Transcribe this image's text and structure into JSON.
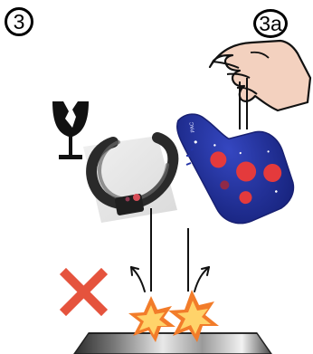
{
  "steps": {
    "main_label": "3",
    "sub_label": "3a"
  },
  "icons": {
    "fragile": "fragile-glass-icon",
    "hand": "hand-holding-icon",
    "prohibited": "prohibited-x-icon",
    "impact": "impact-burst-icon",
    "collar": "dog-collar-receiver",
    "remote": "remote-transmitter"
  },
  "colors": {
    "remote_body": "#2434a7",
    "remote_buttons": "#e43a3c",
    "x_mark": "#e5533d",
    "burst_outer": "#f27c2a",
    "burst_inner": "#ffd36a",
    "metal_dark": "#444444",
    "metal_light": "#d9d9d9"
  }
}
